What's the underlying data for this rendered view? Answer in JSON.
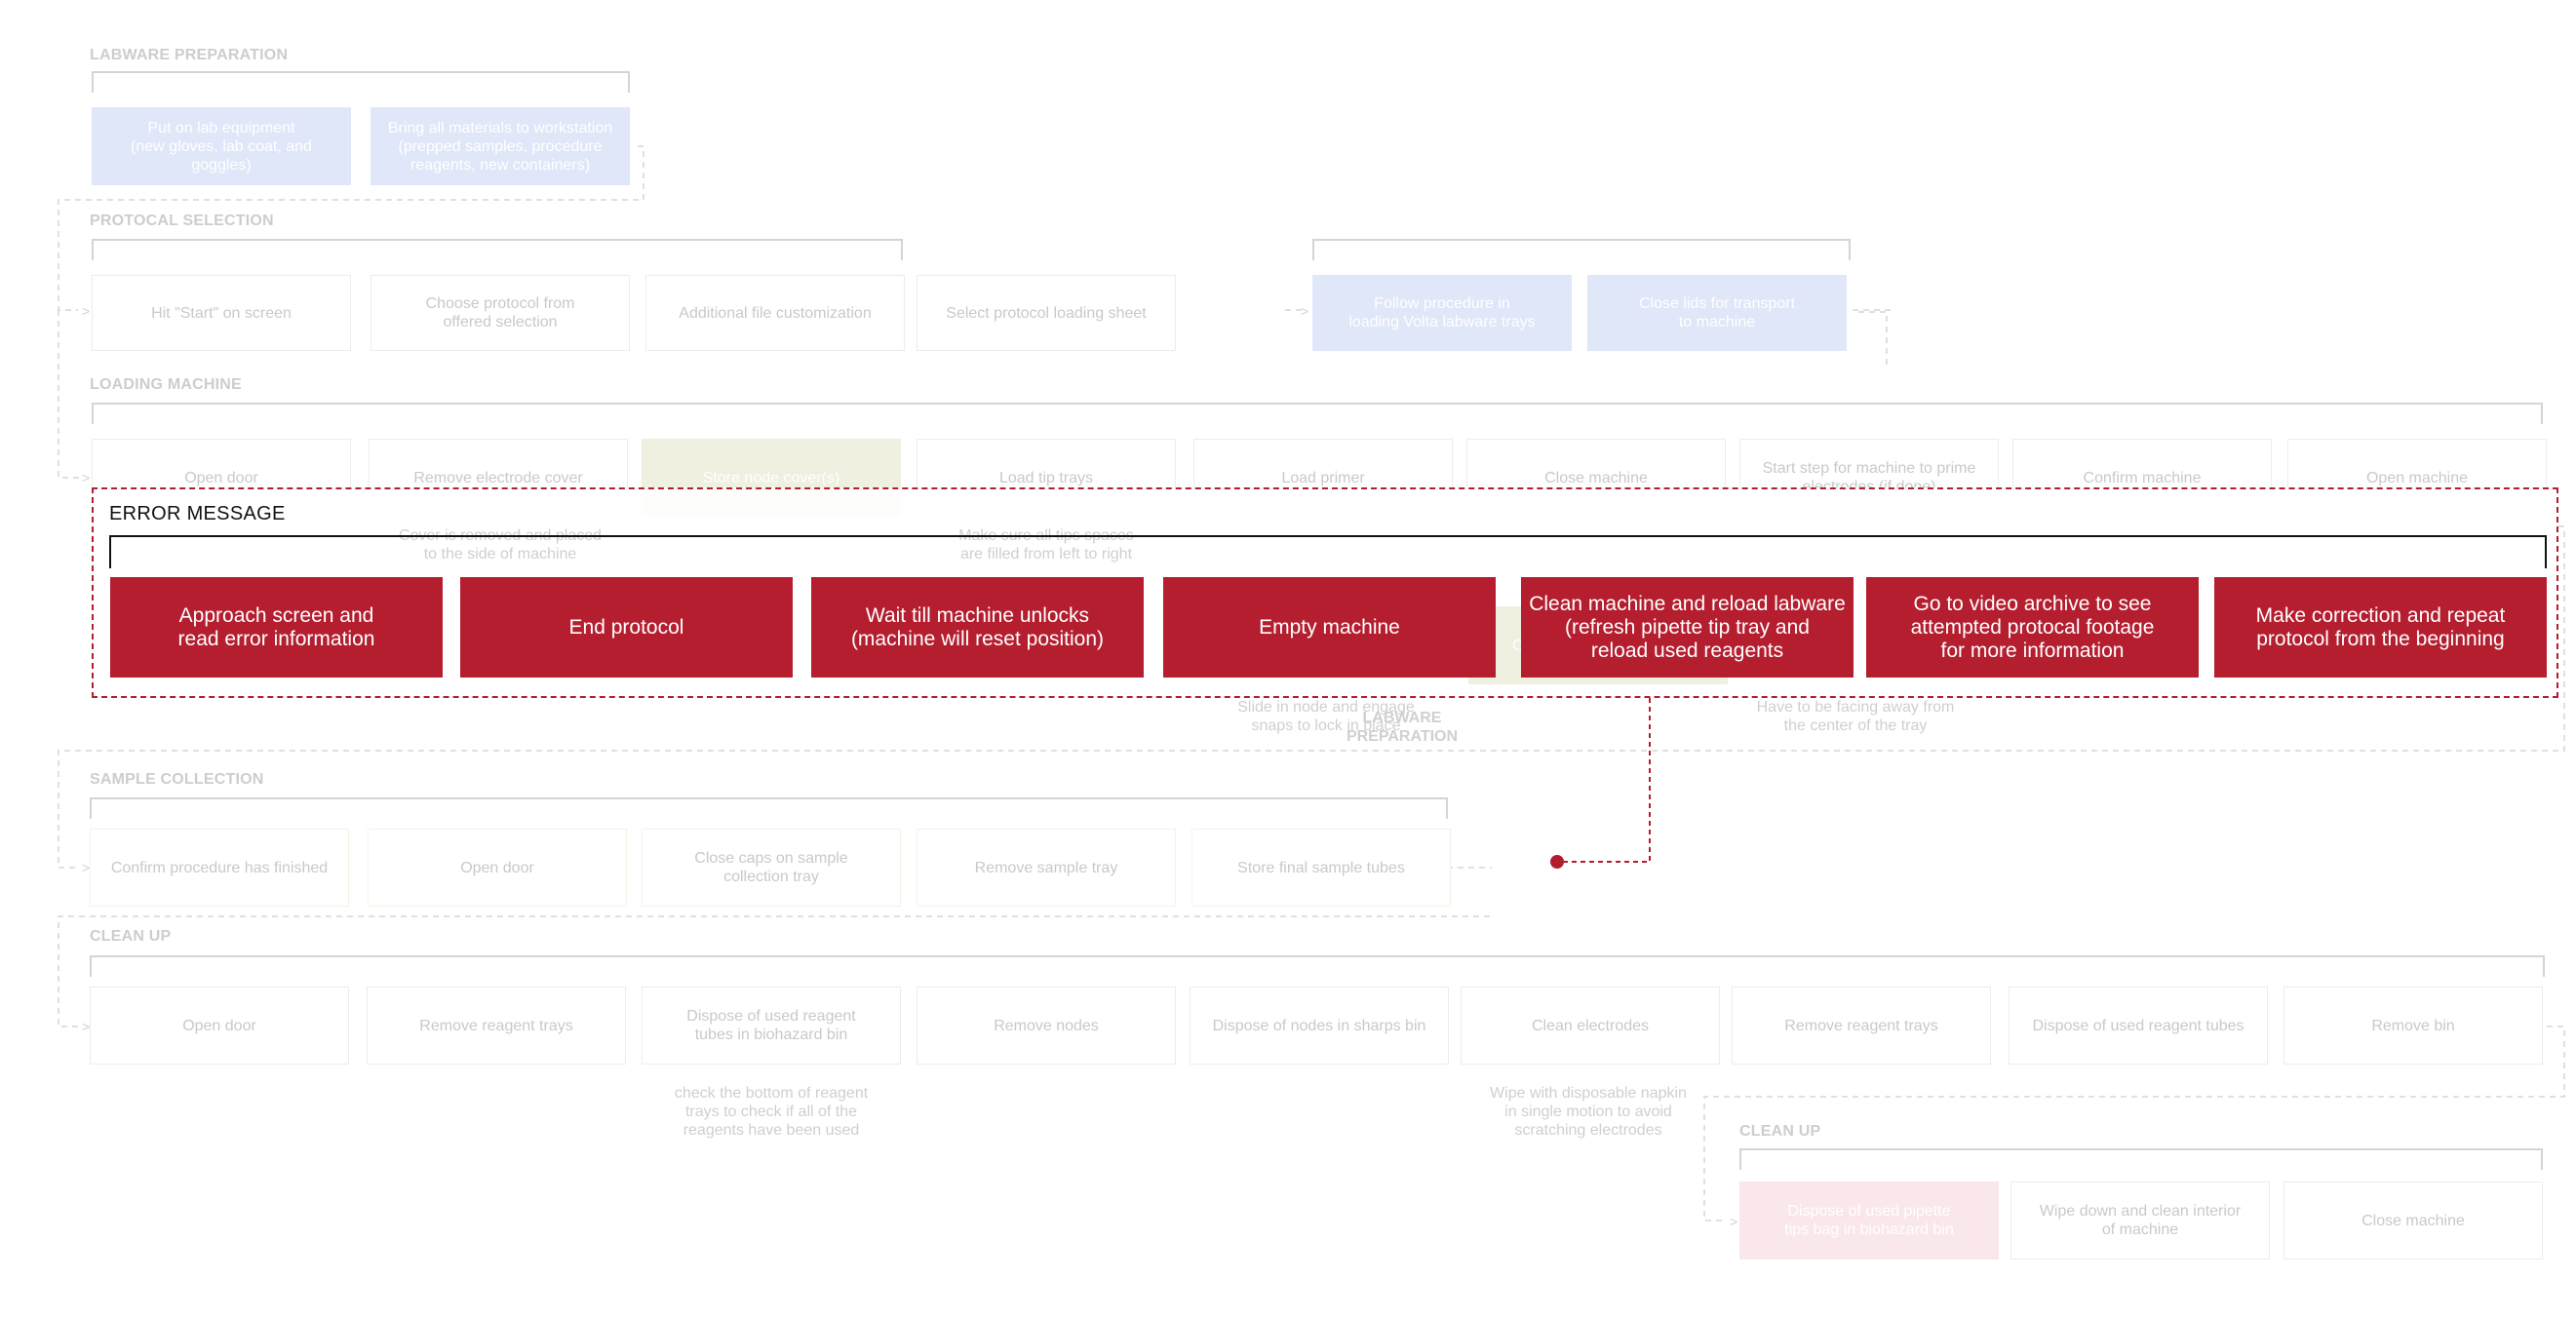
{
  "colors": {
    "error_red": "#b41e2f",
    "blue_fill": "#dfe7f8",
    "olive_fill": "#eff0e0",
    "pink_fill": "#f9e7ea",
    "faded_text": "#c9c9c9"
  },
  "labware_preparation": {
    "label": "LABWARE PREPARATION",
    "steps": [
      "Put on lab equipment\n(new gloves, lab coat, and goggles)",
      "Bring all materials to workstation\n(prepped samples, procedure\nreagents, new containers)"
    ]
  },
  "protocol_selection": {
    "label": "PROTOCAL SELECTION",
    "steps": [
      "Hit \"Start\" on screen",
      "Choose protocol from\noffered selection",
      "Additional file customization",
      "Select protocol loading sheet"
    ],
    "sub_steps": [
      "Follow procedure in\nloading Volta labware trays",
      "Close lids for transport\nto machine"
    ]
  },
  "loading_machine": {
    "label": "LOADING MACHINE",
    "steps": [
      "Open door",
      "Remove electrode cover",
      "Store node cover(s)",
      "Load tip trays",
      "Load primer",
      "Close machine",
      "Start step for machine to prime\nelectrodes (if done)",
      "Confirm machine",
      "Open machine"
    ],
    "notes": [
      "Cover is removed and placed\nto the side of machine",
      "Make sure all tips spaces\nare filled from left to right",
      "Slide in node and engage\nsnaps to lock in place",
      "LABWARE PREPARATION",
      "Have to be facing away from\nthe center of the tray"
    ],
    "hidden_fragment": "Co"
  },
  "error_message": {
    "label": "ERROR MESSAGE",
    "steps": [
      "Approach screen and\nread error information",
      "End protocol",
      "Wait till machine unlocks\n(machine will reset position)",
      "Empty machine",
      "Clean machine and reload labware\n(refresh pipette tip tray and\nreload used reagents",
      "Go to video archive to see\nattempted protocal footage\nfor more information",
      "Make correction and repeat\nprotocol from the beginning"
    ]
  },
  "sample_collection": {
    "label": "SAMPLE COLLECTION",
    "steps": [
      "Confirm procedure has finished",
      "Open door",
      "Close caps on sample\ncollection tray",
      "Remove sample tray",
      "Store final sample tubes"
    ]
  },
  "clean_up": {
    "label": "CLEAN UP",
    "steps": [
      "Open door",
      "Remove reagent trays",
      "Dispose of used reagent\ntubes in biohazard bin",
      "Remove nodes",
      "Dispose of nodes in sharps bin",
      "Clean electrodes",
      "Remove reagent trays",
      "Dispose of used reagent tubes",
      "Remove bin"
    ],
    "notes": [
      "check the bottom of reagent\ntrays to check if all of the\nreagents have been used",
      "Wipe with disposable napkin\nin single motion to avoid\nscratching electrodes"
    ]
  },
  "clean_up_2": {
    "label": "CLEAN UP",
    "steps": [
      "Dispose of used pipette\ntips bag in biohazard bin",
      "Wipe down and clean interior\nof machine",
      "Close machine"
    ]
  }
}
